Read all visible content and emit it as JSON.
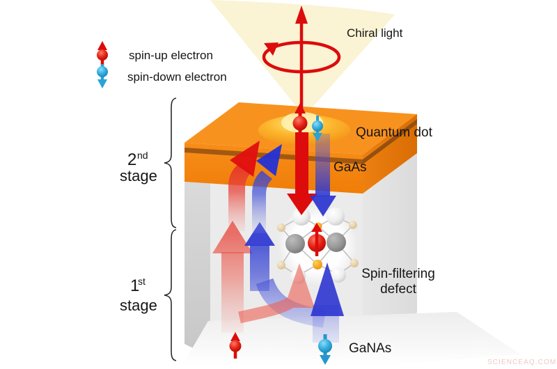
{
  "labels": {
    "chiral_light": "Chiral light",
    "quantum_dot": "Quantum dot",
    "gaas": "GaAs",
    "spin_filtering_line1": "Spin-filtering",
    "spin_filtering_line2": "defect",
    "ganas": "GaNAs"
  },
  "legend": {
    "spin_up_label": "spin-up electron",
    "spin_down_label": "spin-down electron"
  },
  "stages": {
    "second": {
      "number": "2",
      "ordinal_suffix": "nd",
      "word": "stage"
    },
    "first": {
      "number": "1",
      "ordinal_suffix": "st",
      "word": "stage"
    }
  },
  "watermark": "SCIENCEAQ.COM",
  "colors": {
    "spin_up_red": "#dd0b0b",
    "spin_down_cyan": "#29a3d8",
    "electron_flow_blue": "#2c35d0",
    "flow_light_red": "#ec6055",
    "gaas_orange": "#f5860e",
    "gaas_stripe_brown": "#a35812",
    "chiral_cone_yellow": "#faf3d4",
    "substrate_gray": "#ebebeb"
  }
}
